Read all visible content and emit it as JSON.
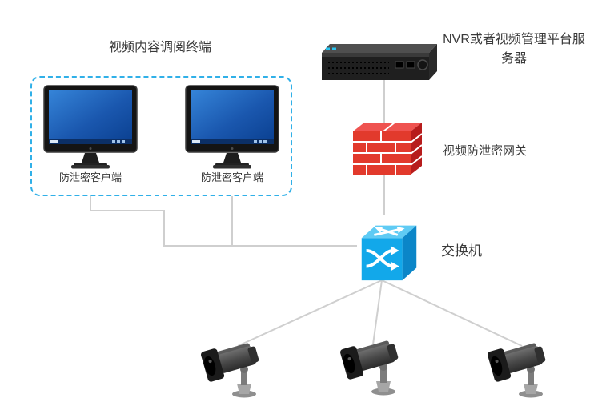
{
  "diagram": {
    "terminal_group": {
      "title": "视频内容调阅终端",
      "clients": [
        {
          "label": "防泄密客户端"
        },
        {
          "label": "防泄密客户端"
        }
      ]
    },
    "nvr": {
      "label": "NVR或者视频管理平台服务器"
    },
    "gateway": {
      "label": "视频防泄密网关"
    },
    "switch": {
      "label": "交换机"
    },
    "cameras": [
      {
        "name": "camera-1"
      },
      {
        "name": "camera-2"
      },
      {
        "name": "camera-3"
      }
    ],
    "icons": {
      "monitor": "monitor-icon",
      "nvr": "nvr-device-icon",
      "firewall": "firewall-icon",
      "switch": "switch-cube-icon",
      "camera": "bullet-camera-icon"
    },
    "colors": {
      "dashed_border_blue": "#30b0e8",
      "firewall_red": "#e23a2c",
      "firewall_side_red": "#b71c1c",
      "switch_blue": "#12a8ea",
      "switch_top_blue": "#5fcbf4",
      "monitor_screen_blue": "#1e63b8",
      "connection_line_gray": "#cfcfcf",
      "text_color": "#3a3a3a"
    }
  }
}
